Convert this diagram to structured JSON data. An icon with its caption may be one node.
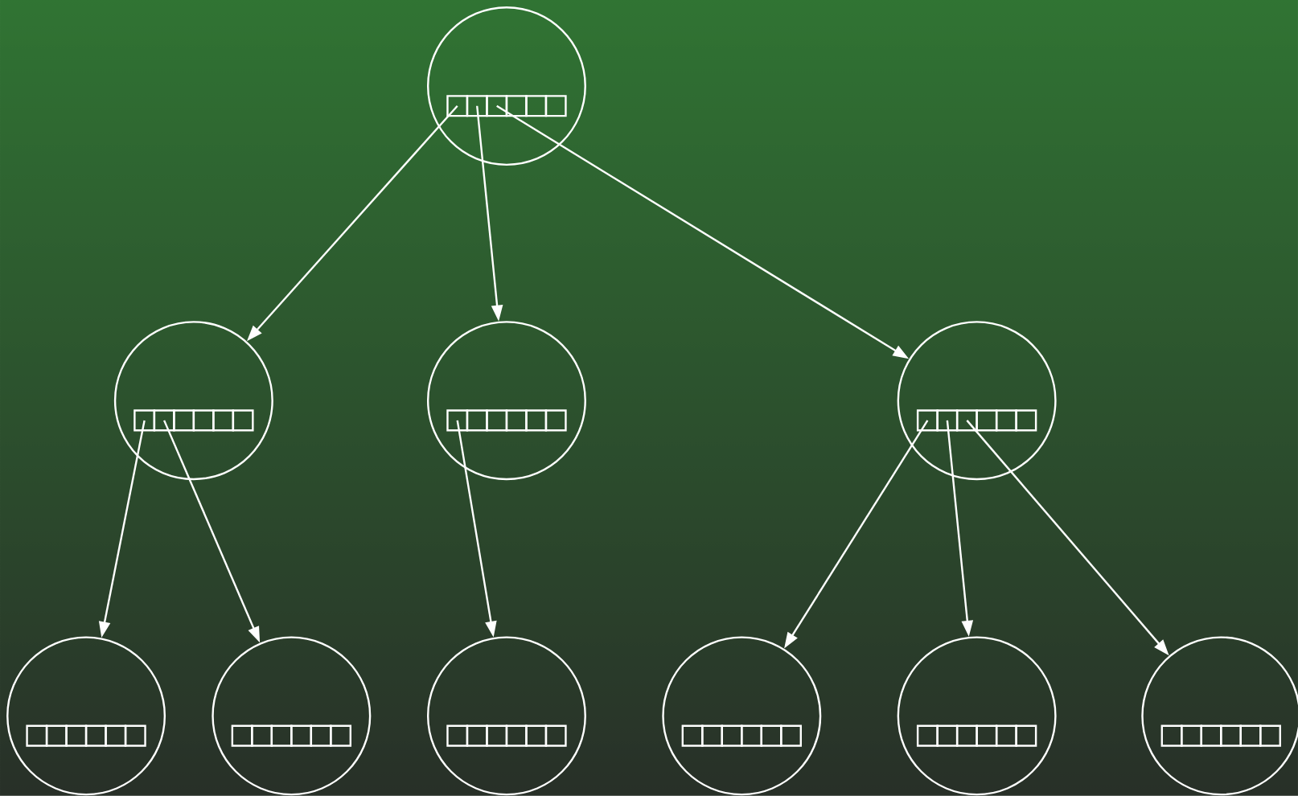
{
  "diagram": {
    "nodes": [
      {
        "text": [],
        "shape": "circle"
      },
      {
        "text": [],
        "shape": "circle"
      },
      {
        "text": [],
        "shape": "circle"
      },
      {
        "text": [],
        "shape": "circle"
      },
      {
        "text": [],
        "shape": "circle"
      },
      {
        "text": [],
        "shape": "circle"
      },
      {
        "text": [],
        "shape": "circle"
      },
      {
        "text": [],
        "shape": "circle"
      },
      {
        "text": [],
        "shape": "circle"
      },
      {
        "text": [],
        "shape": "circle"
      }
    ],
    "edges": [
      {
        "from": 0,
        "to": 1,
        "arrow": "to"
      },
      {
        "from": 0,
        "to": 2,
        "arrow": "to"
      },
      {
        "from": 0,
        "to": 3,
        "arrow": "to"
      },
      {
        "from": 1,
        "to": 4,
        "arrow": "to"
      },
      {
        "from": 1,
        "to": 5,
        "arrow": "to"
      },
      {
        "from": 2,
        "to": 6,
        "arrow": "to"
      },
      {
        "from": 3,
        "to": 7,
        "arrow": "to"
      },
      {
        "from": 3,
        "to": 8,
        "arrow": "to"
      },
      {
        "from": 3,
        "to": 9,
        "arrow": "to"
      }
    ]
  }
}
